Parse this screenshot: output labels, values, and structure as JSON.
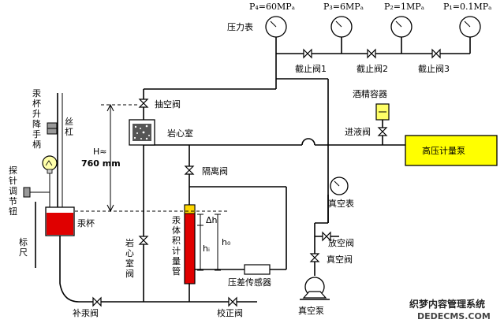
{
  "gauges": [
    {
      "label": "P₄=60MPₐ"
    },
    {
      "label": "P₃=6MPₐ"
    },
    {
      "label": "P₂=1MPₐ"
    },
    {
      "label": "P₁=0.1MPₐ"
    }
  ],
  "labels": {
    "pressure_gauge": "压力表",
    "stop_valve_1": "截止阀1",
    "stop_valve_2": "截止阀2",
    "stop_valve_3": "截止阀3",
    "alcohol_container": "酒精容器",
    "inlet_valve": "进液阀",
    "pump": "高压计量泵",
    "vacuum_valve_top": "抽空阀",
    "core_chamber": "岩心室",
    "isolation_valve": "隔离阀",
    "height": "H≈",
    "height_value": "760 mm",
    "mercury_cup": "汞杯",
    "core_valve": "岩心室阀",
    "mercury_tube": "汞体积计量管",
    "delta_h": "Δh",
    "h_i": "hᵢ",
    "h_0": "h₀",
    "diff_sensor": "压差传感器",
    "vacuum_gauge": "真空表",
    "vent_valve": "放空阀",
    "vacuum_valve": "真空阀",
    "vacuum_pump": "真空泵",
    "fill_valve": "补汞阀",
    "calib_valve": "校正阀",
    "cup_handle": "汞杯升降手柄",
    "screw_rod": "丝杠",
    "probe_knob": "探针调节钮",
    "scale": "标尺",
    "watermark_1": "织梦内容管理系统",
    "watermark_2": "DEDECMS.COM"
  },
  "colors": {
    "pump_fill": "#ffff00",
    "mercury": "#e00000",
    "tube_top": "#ffd700",
    "container": "#ffff66"
  }
}
